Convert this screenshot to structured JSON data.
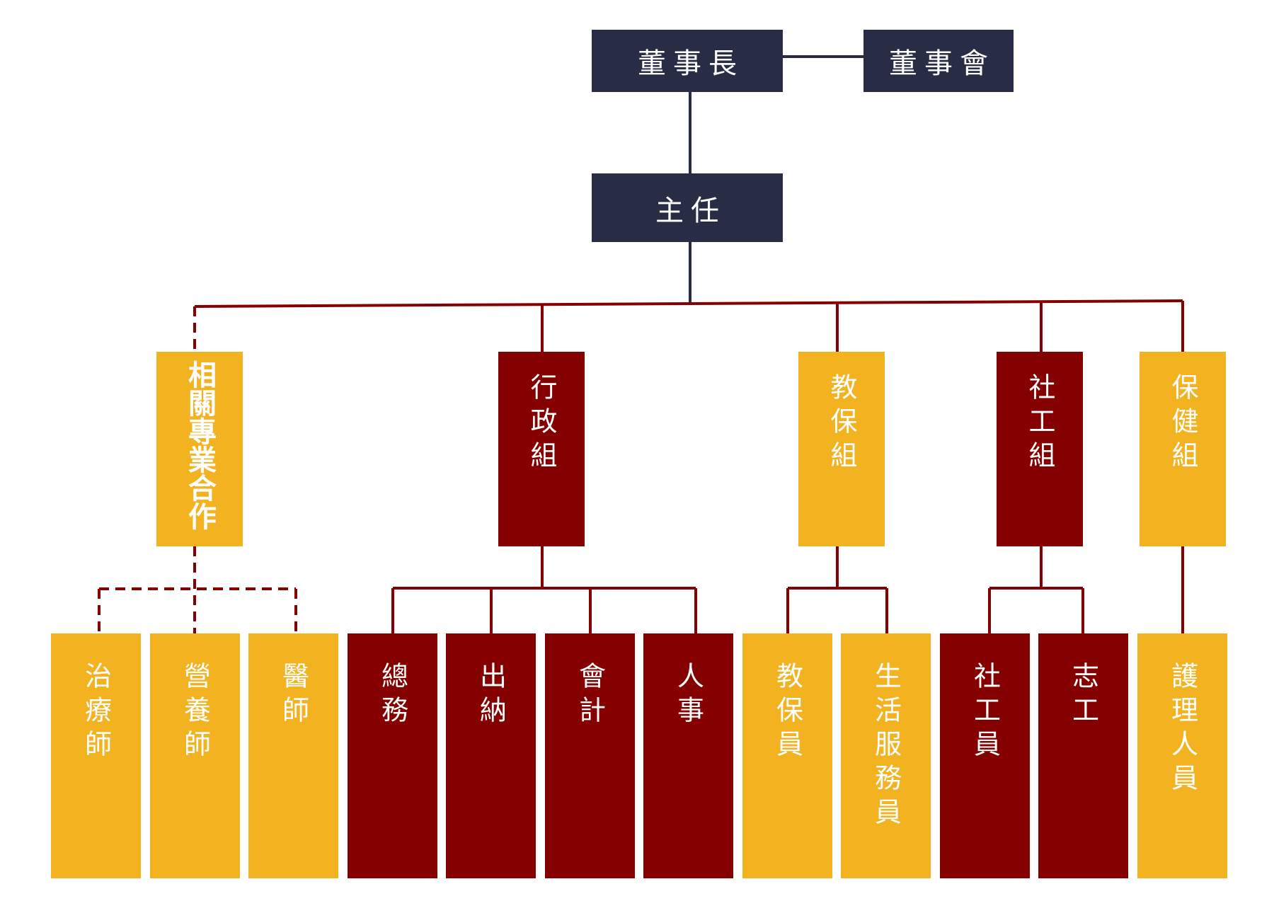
{
  "top": {
    "chairman": "董事長",
    "board": "董事會",
    "director": "主任"
  },
  "groups": {
    "professional": "相關專業合作",
    "admin": "行政組",
    "education": "教保組",
    "social": "社工組",
    "health": "保健組"
  },
  "staff": {
    "therapist": "治療師",
    "nutritionist": "營養師",
    "doctor": "醫師",
    "general_affairs": "總務",
    "cashier": "出納",
    "accounting": "會計",
    "personnel": "人事",
    "caregiver": "教保員",
    "life_service": "生活服務員",
    "social_worker": "社工員",
    "volunteer": "志工",
    "nursing": "護理人員"
  },
  "colors": {
    "navy": "#282d45",
    "red": "#850000",
    "gold": "#f3b21f"
  }
}
